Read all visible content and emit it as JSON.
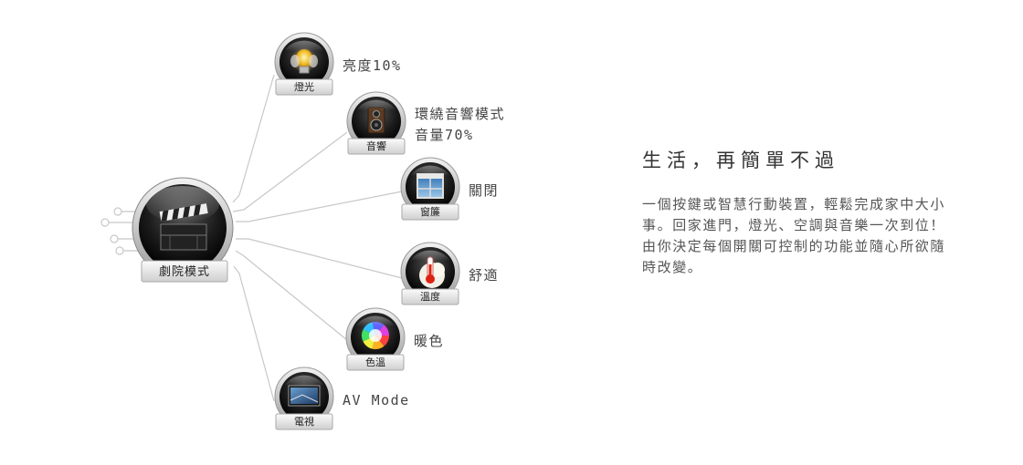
{
  "scene": {
    "name": "劇院模式",
    "icon": "film-clapperboard-icon"
  },
  "devices": [
    {
      "label": "燈光",
      "icon": "light-bulb-icon",
      "value_lines": [
        "亮度10%"
      ]
    },
    {
      "label": "音響",
      "icon": "speaker-icon",
      "value_lines": [
        "環繞音響模式",
        "音量70%"
      ]
    },
    {
      "label": "窗簾",
      "icon": "window-curtain-icon",
      "value_lines": [
        "關閉"
      ]
    },
    {
      "label": "溫度",
      "icon": "thermometer-icon",
      "value_lines": [
        "舒適"
      ]
    },
    {
      "label": "色溫",
      "icon": "color-wheel-icon",
      "value_lines": [
        "暖色"
      ]
    },
    {
      "label": "電視",
      "icon": "tv-screen-icon",
      "value_lines": [
        "AV Mode"
      ]
    }
  ],
  "info": {
    "headline": "生活，再簡單不過",
    "description": "一個按鍵或智慧行動裝置，輕鬆完成家中大小事。回家進門，燈光、空調與音樂一次到位！由你決定每個開關可控制的功能並隨心所欲隨時改變。"
  },
  "colors": {
    "line": "#c8c8c8",
    "badge_dark": "#1a1a1a",
    "label_plate": "#e9e9e9",
    "text": "#333333"
  }
}
